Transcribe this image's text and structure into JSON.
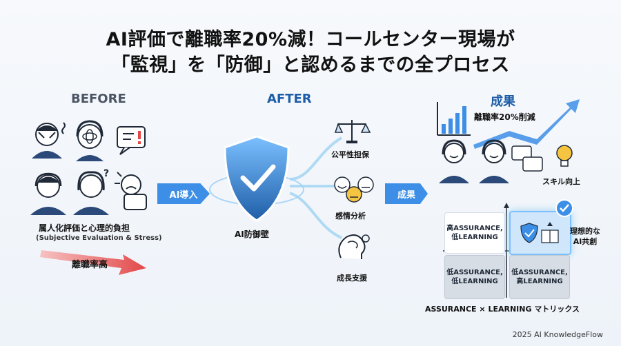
{
  "title": {
    "line1": "AI評価で離職率20%減！コールセンター現場が",
    "line2": "「監視」を「防御」と認めるまでの全プロセス"
  },
  "before": {
    "heading": "BEFORE",
    "caption1": "属人化評価と心理的負担",
    "caption2": "(Subjective Evaluation & Stress)",
    "turnover": "離職率高"
  },
  "arrow_ai": "AI導入",
  "after": {
    "heading": "AFTER",
    "shield_label": "AI防御壁",
    "items": [
      "公平性担保",
      "感情分析",
      "成長支援"
    ]
  },
  "arrow_result": "成果",
  "result": {
    "heading": "成果",
    "turnover_down": "離職率20%削減",
    "skill_up": "スキル向上"
  },
  "matrix": {
    "cells": {
      "top_left": "高ASSURANCE,\n低LEARNING",
      "bottom_left": "低ASSURANCE,\n低LEARNING",
      "bottom_right": "低ASSURANCE,\n高LEARNING"
    },
    "ideal": "理想的な\nAI共創",
    "caption": "ASSURANCE × LEARNING マトリックス"
  },
  "copyright": "2025 AI KnowledgeFlow",
  "colors": {
    "accent": "#3c8ee6",
    "danger": "#e24848",
    "dark_blue": "#1e5ea8"
  }
}
